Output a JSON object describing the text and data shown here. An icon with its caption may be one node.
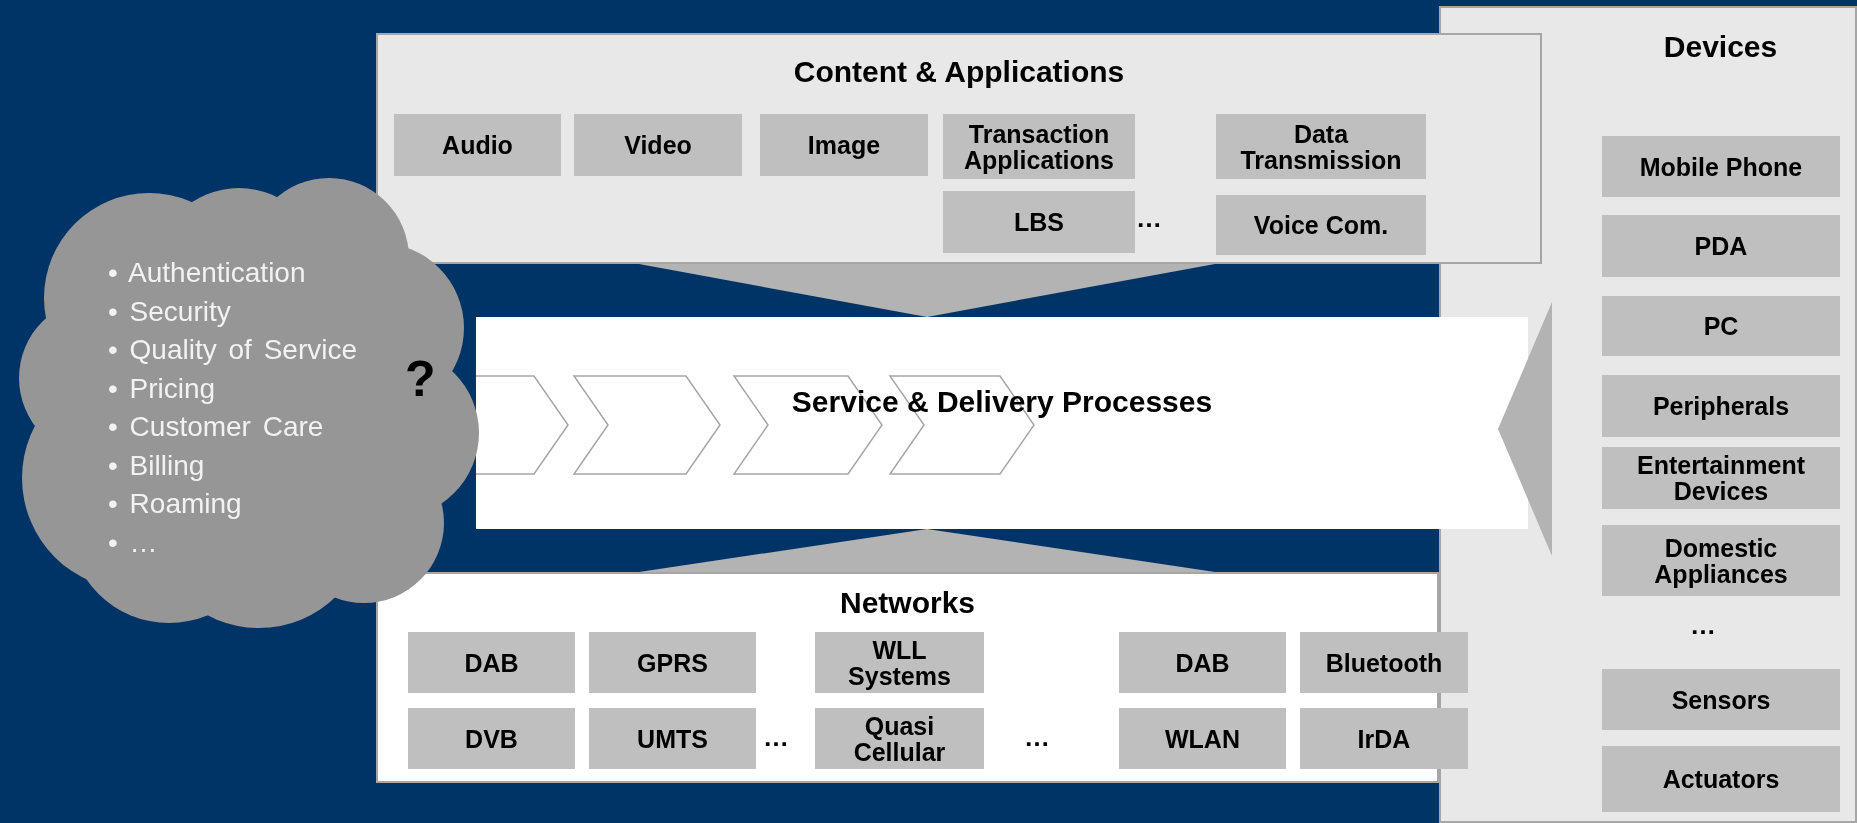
{
  "diagram": {
    "nodes": [
      {
        "text": [
          "Content & Applications"
        ]
      },
      {
        "text": [
          "Audio"
        ],
        "in": 0
      },
      {
        "text": [
          "Video"
        ],
        "in": 0
      },
      {
        "text": [
          "Image"
        ],
        "in": 0
      },
      {
        "text": [
          "Transaction Applications"
        ],
        "in": 0
      },
      {
        "text": [
          "Data Transmission"
        ],
        "in": 0
      },
      {
        "text": [
          "LBS"
        ],
        "in": 0
      },
      {
        "text": [
          "Voice Com."
        ],
        "in": 0
      },
      {
        "text": [
          "Service & Delivery Processes"
        ]
      },
      {
        "text": [
          "Networks"
        ]
      },
      {
        "text": [
          "DAB"
        ],
        "in": 9
      },
      {
        "text": [
          "GPRS"
        ],
        "in": 9
      },
      {
        "text": [
          "WLL Systems"
        ],
        "in": 9
      },
      {
        "text": [
          "DAB"
        ],
        "in": 9
      },
      {
        "text": [
          "Bluetooth"
        ],
        "in": 9
      },
      {
        "text": [
          "DVB"
        ],
        "in": 9
      },
      {
        "text": [
          "UMTS"
        ],
        "in": 9
      },
      {
        "text": [
          "Quasi Cellular"
        ],
        "in": 9
      },
      {
        "text": [
          "WLAN"
        ],
        "in": 9
      },
      {
        "text": [
          "IrDA"
        ],
        "in": 9
      },
      {
        "text": [
          "Devices"
        ]
      },
      {
        "text": [
          "Mobile Phone"
        ],
        "in": 20
      },
      {
        "text": [
          "PDA"
        ],
        "in": 20
      },
      {
        "text": [
          "PC"
        ],
        "in": 20
      },
      {
        "text": [
          "Peripherals"
        ],
        "in": 20
      },
      {
        "text": [
          "Entertainment Devices"
        ],
        "in": 20
      },
      {
        "text": [
          "Domestic Appliances"
        ],
        "in": 20
      },
      {
        "text": [
          "Sensors"
        ],
        "in": 20
      },
      {
        "text": [
          "Actuators"
        ],
        "in": 20
      },
      {
        "text": [
          "• Authentication",
          "• Security",
          "• Quality of Service",
          "• Pricing",
          "• Customer Care",
          "• Billing",
          "• Roaming",
          "• …"
        ]
      }
    ],
    "edges": [
      {
        "from": 0,
        "to": 8,
        "arrow": "to"
      },
      {
        "from": 9,
        "to": 8,
        "arrow": "to"
      },
      {
        "from": 20,
        "to": 8,
        "arrow": "to"
      }
    ],
    "labels": [
      "…",
      "?",
      "…",
      "…",
      "…"
    ]
  }
}
